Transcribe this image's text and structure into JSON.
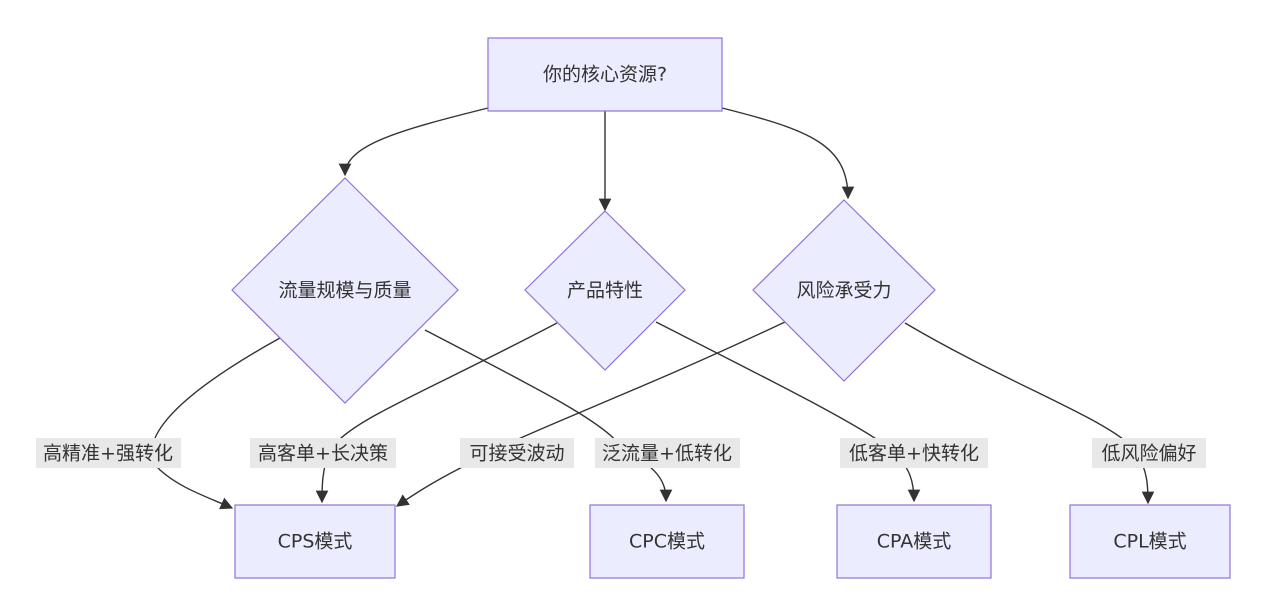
{
  "nodes": {
    "root": "你的核心资源?",
    "d1": "流量规模与质量",
    "d2": "产品特性",
    "d3": "风险承受力",
    "cps": "CPS模式",
    "cpc": "CPC模式",
    "cpa": "CPA模式",
    "cpl": "CPL模式"
  },
  "edge_labels": {
    "l1": "高精准+强转化",
    "l2": "高客单+长决策",
    "l3": "可接受波动",
    "l4": "泛流量+低转化",
    "l5": "低客单+快转化",
    "l6": "低风险偏好"
  },
  "colors": {
    "node_fill": "#ececff",
    "node_stroke": "#9370db",
    "edge": "#333333",
    "label_bg": "#e8e8e8"
  }
}
